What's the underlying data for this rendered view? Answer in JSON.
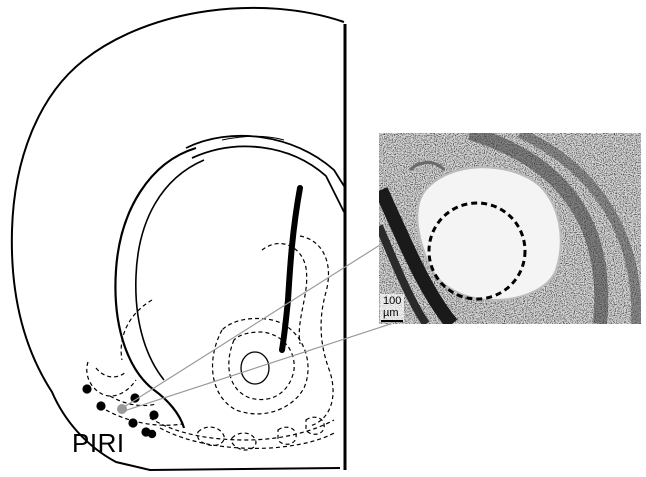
{
  "figure": {
    "region_label": "PIRI",
    "scale_bar": {
      "value": "100",
      "unit": "µm"
    }
  },
  "colors": {
    "ink": "#000000",
    "connector": "#999999",
    "micrograph_background": "#f4f4f4",
    "lesion_marker": "#9a9a9a"
  },
  "markers": {
    "filled_count": 7,
    "gray_count": 1
  }
}
